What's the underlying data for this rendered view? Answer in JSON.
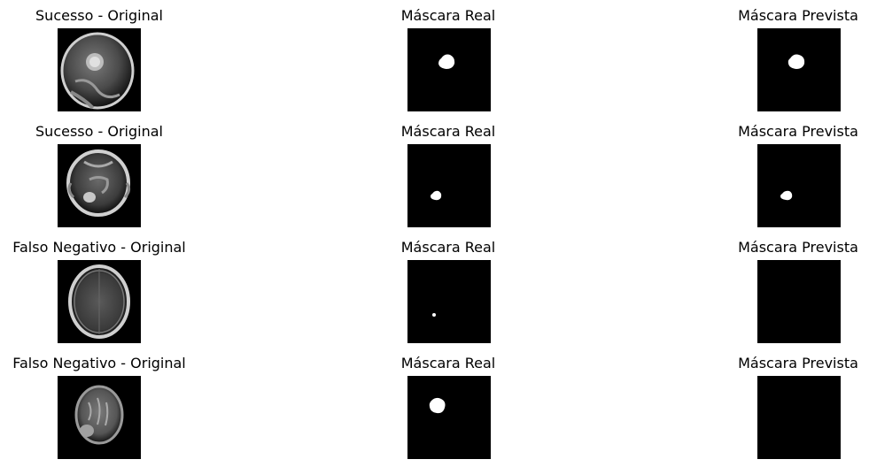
{
  "figure": {
    "rows": [
      {
        "original_title": "Sucesso - Original",
        "real_title": "Máscara Real",
        "pred_title": "Máscara Prevista",
        "real_has_lesion": true,
        "pred_has_lesion": true
      },
      {
        "original_title": "Sucesso - Original",
        "real_title": "Máscara Real",
        "pred_title": "Máscara Prevista",
        "real_has_lesion": true,
        "pred_has_lesion": true
      },
      {
        "original_title": "Falso Negativo - Original",
        "real_title": "Máscara Real",
        "pred_title": "Máscara Prevista",
        "real_has_lesion": true,
        "pred_has_lesion": false
      },
      {
        "original_title": "Falso Negativo - Original",
        "real_title": "Máscara Real",
        "pred_title": "Máscara Prevista",
        "real_has_lesion": true,
        "pred_has_lesion": false
      }
    ],
    "colors": {
      "background": "#ffffff",
      "mask_background": "#000000",
      "mask_foreground": "#ffffff"
    }
  }
}
